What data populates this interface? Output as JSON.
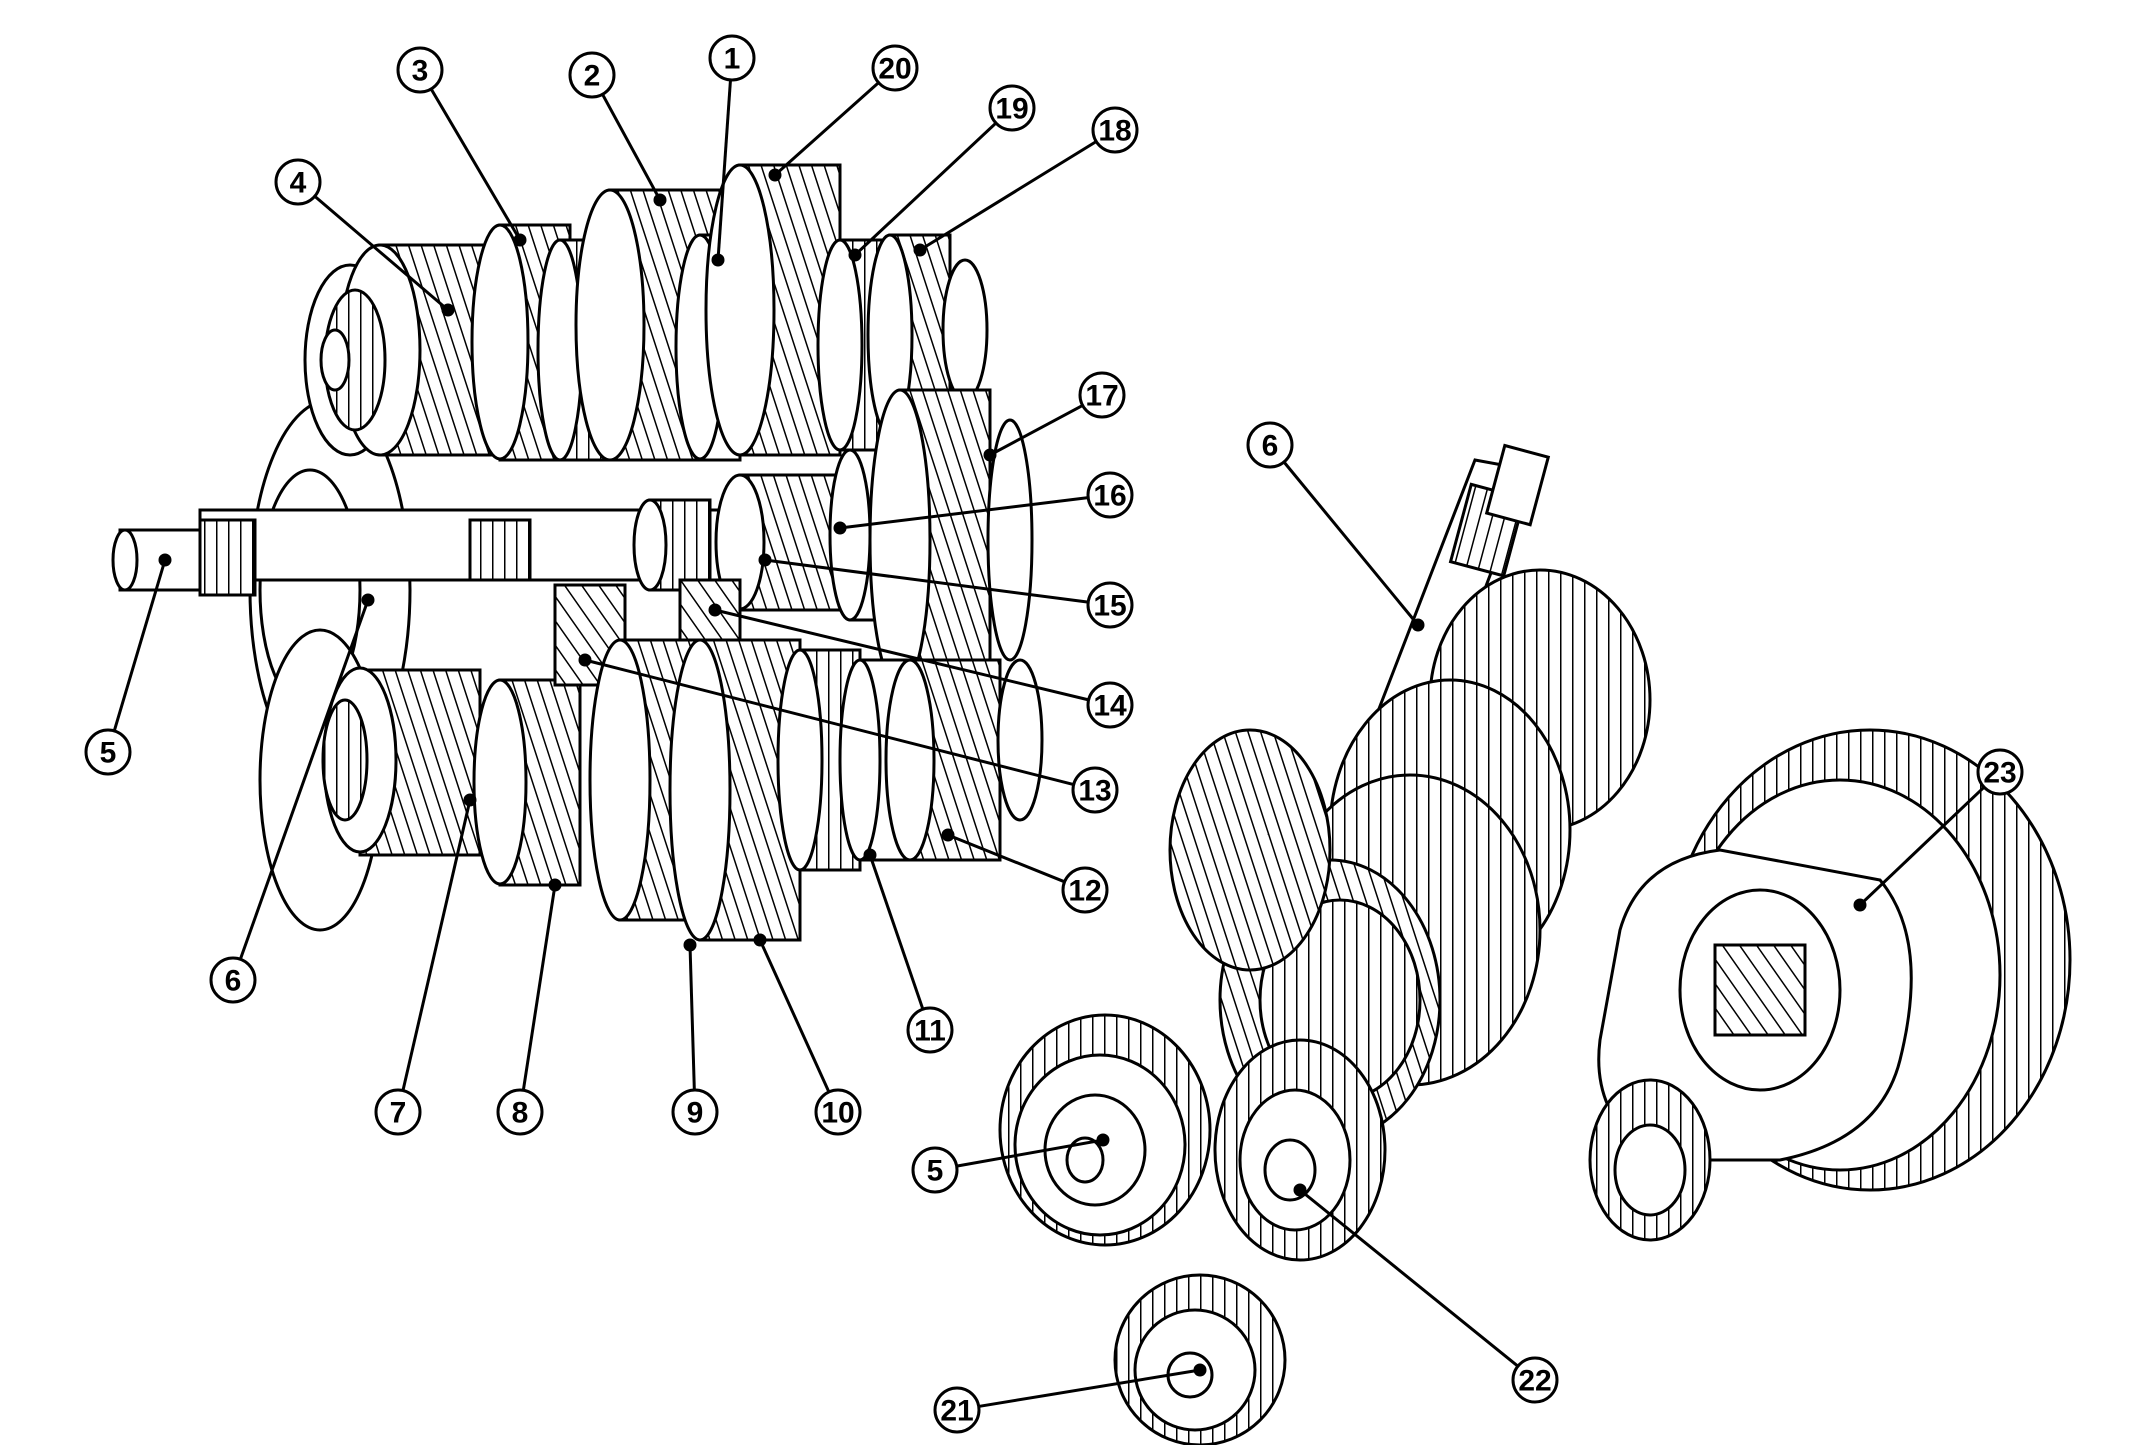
{
  "colors": {
    "ink": "#000000",
    "paper": "#ffffff"
  },
  "callouts": [
    {
      "id": "c1",
      "label": "1"
    },
    {
      "id": "c2",
      "label": "2"
    },
    {
      "id": "c3",
      "label": "3"
    },
    {
      "id": "c4",
      "label": "4"
    },
    {
      "id": "c5a",
      "label": "5"
    },
    {
      "id": "c6a",
      "label": "6"
    },
    {
      "id": "c7",
      "label": "7"
    },
    {
      "id": "c8",
      "label": "8"
    },
    {
      "id": "c9",
      "label": "9"
    },
    {
      "id": "c10",
      "label": "10"
    },
    {
      "id": "c11",
      "label": "11"
    },
    {
      "id": "c12",
      "label": "12"
    },
    {
      "id": "c13",
      "label": "13"
    },
    {
      "id": "c14",
      "label": "14"
    },
    {
      "id": "c15",
      "label": "15"
    },
    {
      "id": "c16",
      "label": "16"
    },
    {
      "id": "c17",
      "label": "17"
    },
    {
      "id": "c18",
      "label": "18"
    },
    {
      "id": "c19",
      "label": "19"
    },
    {
      "id": "c20",
      "label": "20"
    },
    {
      "id": "c6b",
      "label": "6"
    },
    {
      "id": "c5b",
      "label": "5"
    },
    {
      "id": "c21",
      "label": "21"
    },
    {
      "id": "c22",
      "label": "22"
    },
    {
      "id": "c23",
      "label": "23"
    }
  ]
}
